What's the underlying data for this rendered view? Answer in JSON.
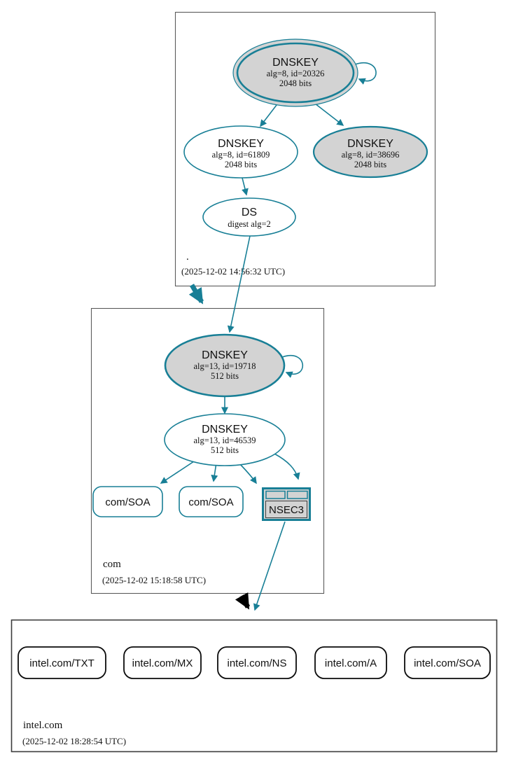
{
  "diagram_type": "dnssec-authentication-chain",
  "colors": {
    "secure_edge": "#187f96",
    "insecure_edge": "#000000",
    "key_fill": "#d3d3d3",
    "zone_box_border": "#5b5b5b"
  },
  "zones": {
    "root": {
      "name": ".",
      "timestamp": "(2025-12-02 14:56:32 UTC)"
    },
    "com": {
      "name": "com",
      "timestamp": "(2025-12-02 15:18:58 UTC)"
    },
    "intel": {
      "name": "intel.com",
      "timestamp": "(2025-12-02 18:28:54 UTC)"
    }
  },
  "nodes": {
    "root_ksk": {
      "title": "DNSKEY",
      "detail": "alg=8, id=20326",
      "bits": "2048 bits"
    },
    "root_zsk": {
      "title": "DNSKEY",
      "detail": "alg=8, id=61809",
      "bits": "2048 bits"
    },
    "root_key2": {
      "title": "DNSKEY",
      "detail": "alg=8, id=38696",
      "bits": "2048 bits"
    },
    "root_ds": {
      "title": "DS",
      "detail": "digest alg=2"
    },
    "com_ksk": {
      "title": "DNSKEY",
      "detail": "alg=13, id=19718",
      "bits": "512 bits"
    },
    "com_zsk": {
      "title": "DNSKEY",
      "detail": "alg=13, id=46539",
      "bits": "512 bits"
    },
    "com_soa1": {
      "label": "com/SOA"
    },
    "com_soa2": {
      "label": "com/SOA"
    },
    "com_nsec3": {
      "label": "NSEC3"
    },
    "intel_txt": {
      "label": "intel.com/TXT"
    },
    "intel_mx": {
      "label": "intel.com/MX"
    },
    "intel_ns": {
      "label": "intel.com/NS"
    },
    "intel_a": {
      "label": "intel.com/A"
    },
    "intel_soa": {
      "label": "intel.com/SOA"
    }
  }
}
